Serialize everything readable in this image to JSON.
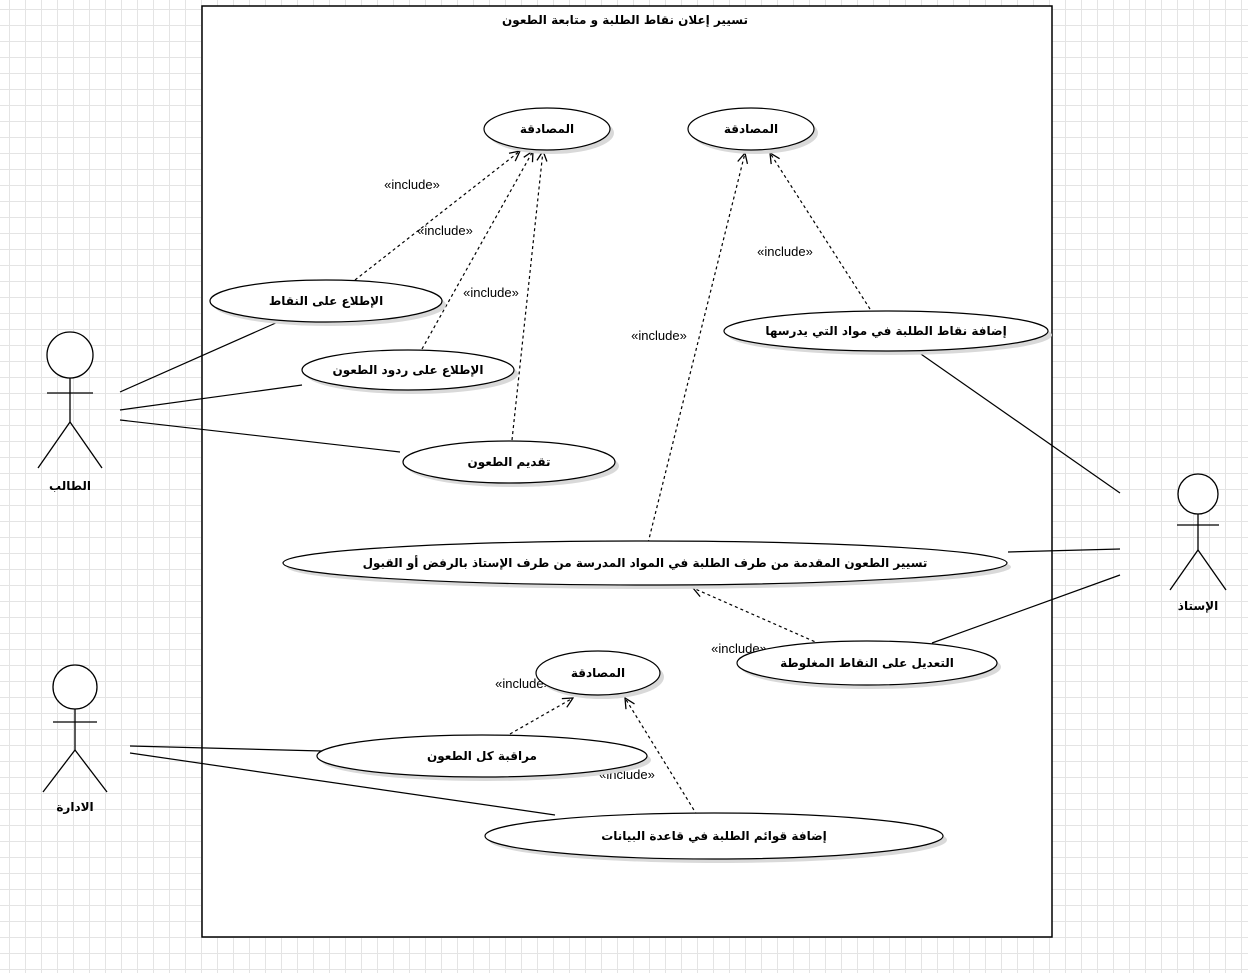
{
  "system": {
    "title": "تسيير إعلان نقاط الطلبة و متابعة الطعون"
  },
  "actors": {
    "student": "الطالب",
    "admin": "الادارة",
    "teacher": "الإستاذ"
  },
  "use_cases": {
    "auth_1": "المصادقة",
    "auth_2": "المصادقة",
    "auth_3": "المصادقة",
    "view_grades": "الإطلاع على النقاط",
    "view_replies": "الإطلاع على ردود الطعون",
    "submit_appeal": "تقديم الطعون",
    "add_grades": "إضافة نقاط الطلبة في مواد التي يدرسها",
    "manage_appeals": "تسيير الطعون المقدمة من طرف الطلبة في المواد المدرسة من طرف الإستاذ بالرفض أو القبول",
    "fix_grades": "التعديل على النقاط المغلوطة",
    "monitor_appeals": "مراقبة كل الطعون",
    "add_lists": "إضافة قوائم الطلبة في قاعدة البيانات"
  },
  "include_label": "«include»"
}
